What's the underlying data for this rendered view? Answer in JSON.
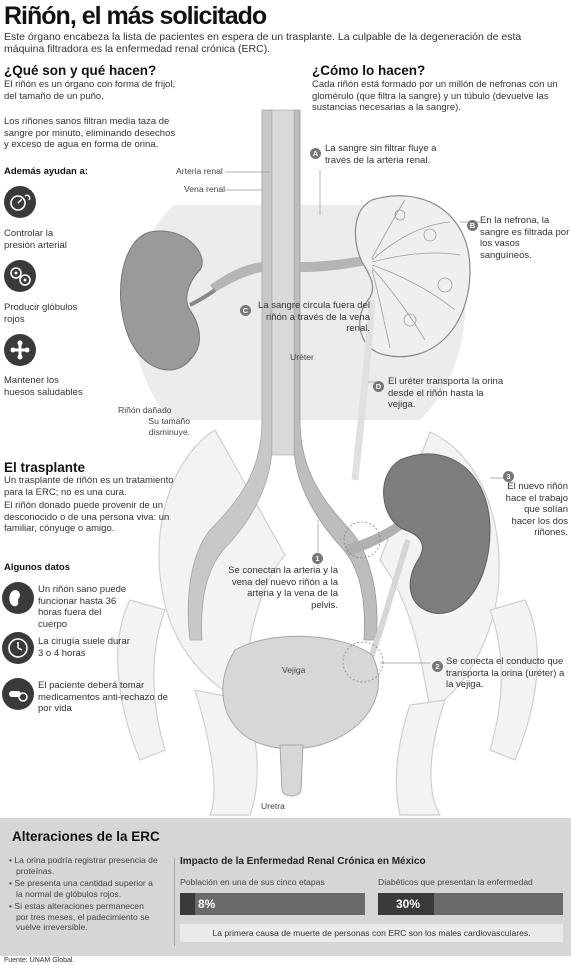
{
  "header": {
    "title": "Riñón, el más solicitado",
    "subtitle": "Este órgano encabeza la lista de pacientes en espera de un trasplante. La culpable de la degeneración de esta máquina filtradora es la enfermedad renal crónica (ERC)."
  },
  "what": {
    "heading": "¿Qué son y qué hacen?",
    "p1": "El riñón es un órgano con forma de frijol, del tamaño de un puño.",
    "p2": "Los riñones sanos filtran media taza de sangre por minuto, eliminando desechos y exceso de agua en forma de orina.",
    "also_heading": "Además ayudan a:",
    "items": [
      {
        "label": "Controlar la presión arterial",
        "icon": "blood-pressure-icon"
      },
      {
        "label": "Producir glóbulos rojos",
        "icon": "red-blood-cells-icon"
      },
      {
        "label": "Mantener los huesos saludables",
        "icon": "bones-icon"
      }
    ]
  },
  "how": {
    "heading": "¿Cómo lo hacen?",
    "p1": "Cada riñón está formado por un millón de nefronas con un glomérulo (que filtra la sangre) y un túbulo (devuelve las sustancias necesarias a la sangre).",
    "steps": [
      {
        "badge": "A",
        "text": "La sangre sin filtrar fluye a través de la arteria renal."
      },
      {
        "badge": "B",
        "text": "En la nefrona, la sangre es filtrada por los vasos sanguíneos."
      },
      {
        "badge": "C",
        "text": "La sangre circula fuera del riñón a través de la vena renal."
      },
      {
        "badge": "D",
        "text": "El uréter transporta la orina desde el riñón hasta la vejiga."
      }
    ]
  },
  "labels": {
    "arteria": "Arteria renal",
    "vena": "Vena renal",
    "ureter": "Uréter",
    "vejiga": "Vejiga",
    "uretra": "Uretra",
    "damaged_title": "Riñón dañado",
    "damaged_sub": "Su tamaño disminuye."
  },
  "transplant": {
    "heading": "El trasplante",
    "p1": "Un trasplante de riñón es un tratamiento para la ERC; no es una cura.",
    "p2": "El riñón donado puede provenir de un desconocido o de una persona viva: un familiar, cónyuge o amigo.",
    "facts_heading": "Algunos datos",
    "facts": [
      {
        "text": "Un riñón sano puede funcionar hasta 36 horas fuera del cuerpo",
        "icon": "kidney-icon"
      },
      {
        "text": "La cirugía suele durar 3 o 4 horas",
        "icon": "clock-icon"
      },
      {
        "text": "El paciente deberá tomar medicamentos anti-rechazo de por vida",
        "icon": "pills-icon"
      }
    ],
    "steps": [
      {
        "badge": "1",
        "text": "Se conectan la arteria y la vena del nuevo riñón a la arteria y la vena de la pelvis."
      },
      {
        "badge": "2",
        "text": "Se conecta el conducto que transporta la orina (uréter) a la vejiga."
      },
      {
        "badge": "3",
        "text": "El nuevo riñón hace el trabajo que solían hacer los dos riñones."
      }
    ]
  },
  "erc": {
    "heading": "Alteraciones de la ERC",
    "bullets": [
      "La orina podría registrar presencia de proteínas.",
      "Se presenta una cantidad superior a la normal de glóbulos rojos.",
      "Si estas alteraciones permanecen por tres meses, el padecimiento se vuelve irreversible."
    ],
    "impact_title": "Impacto de la Enfermedad Renal Crónica en México",
    "note": "La primera causa de muerte de personas con ERC son los males cardiovasculares."
  },
  "chart_data": {
    "type": "bar",
    "categories": [
      "Población en una de sus cinco etapas",
      "Diabéticos que presentan la enfermedad"
    ],
    "values": [
      8,
      30
    ],
    "value_labels": [
      "8%",
      "30%"
    ],
    "ylim": [
      0,
      100
    ]
  },
  "source": "Fuente: UNAM Global."
}
